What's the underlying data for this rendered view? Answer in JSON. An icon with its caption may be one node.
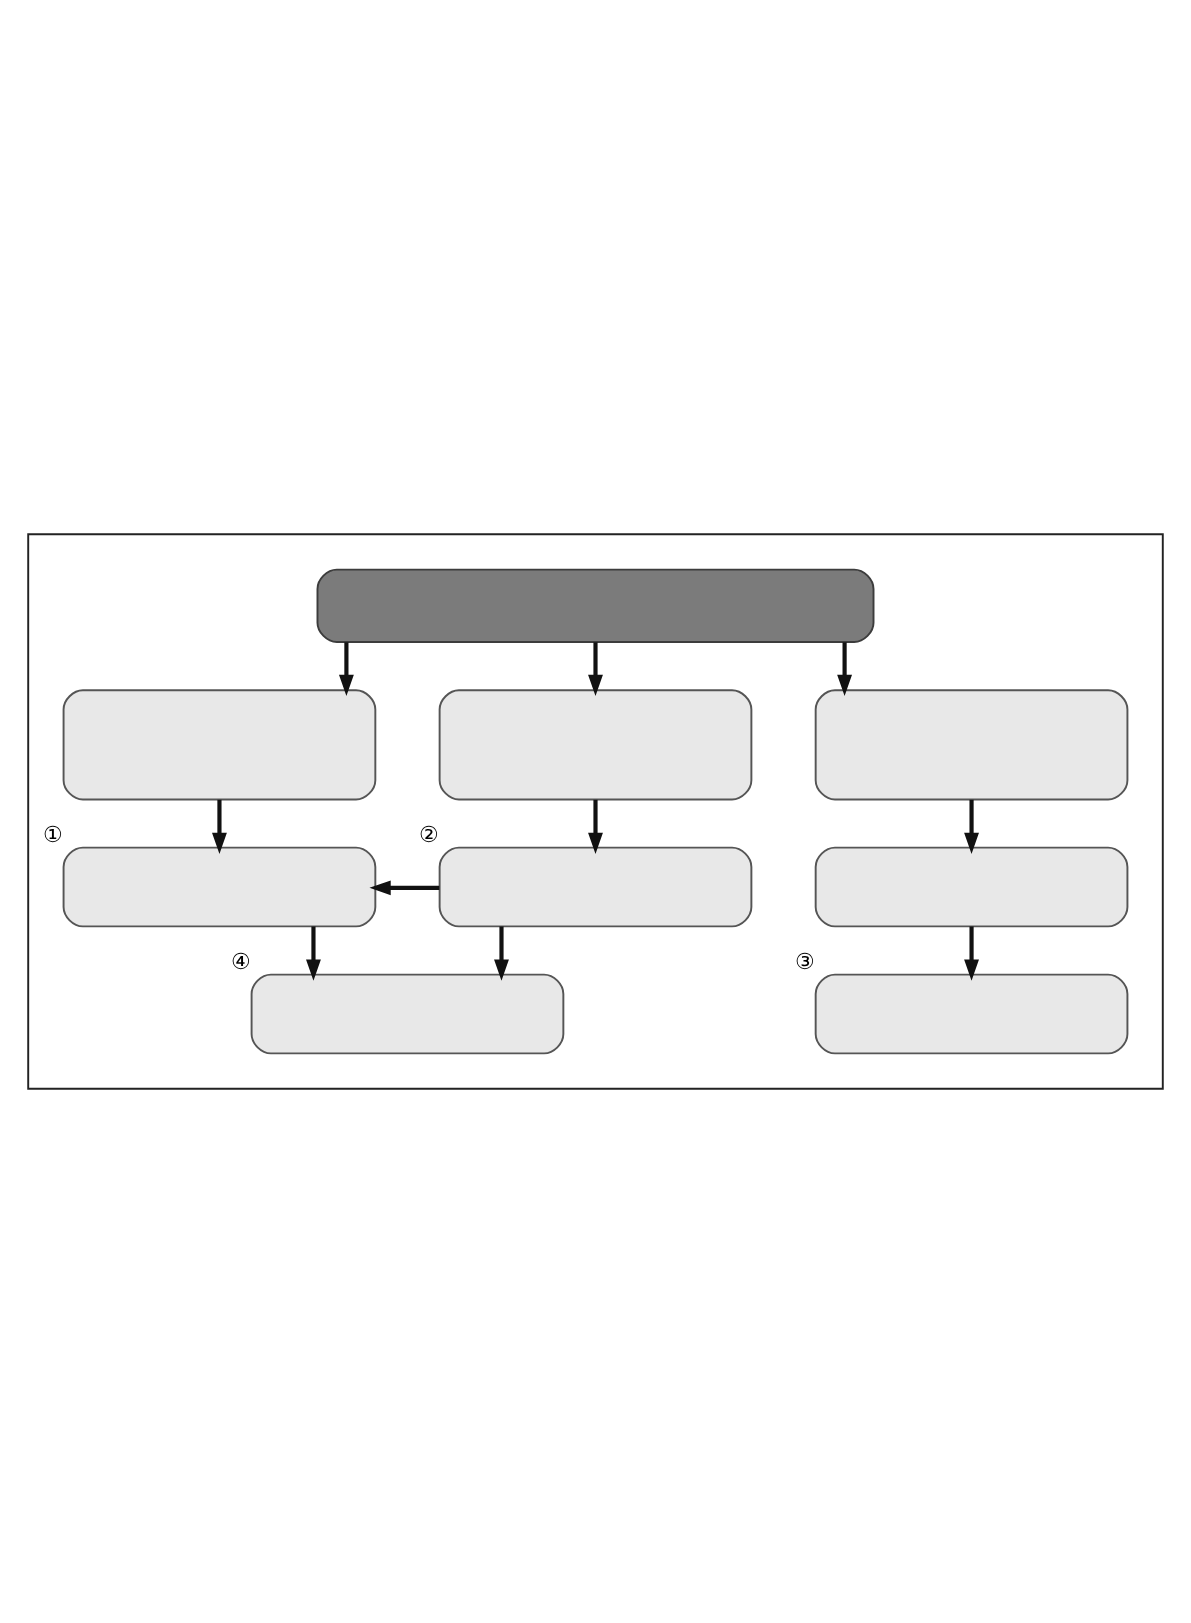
{
  "diagram": {
    "nodes": [
      {
        "text": [],
        "shape": "box"
      },
      {
        "text": [],
        "shape": "box",
        "in": 0
      },
      {
        "text": [],
        "shape": "box",
        "in": 0
      },
      {
        "text": [],
        "shape": "box",
        "in": 0
      },
      {
        "text": [],
        "shape": "box",
        "in": 0
      },
      {
        "text": [],
        "shape": "box",
        "in": 0,
        "beside": [
          "①"
        ]
      },
      {
        "text": [],
        "shape": "box",
        "in": 0,
        "beside": [
          "②"
        ]
      },
      {
        "text": [],
        "shape": "box",
        "in": 0
      },
      {
        "text": [],
        "shape": "box",
        "in": 0,
        "beside": [
          "④"
        ]
      },
      {
        "text": [],
        "shape": "box",
        "in": 0,
        "beside": [
          "③"
        ]
      }
    ],
    "edges": [
      {
        "from": 1,
        "to": 2,
        "arrow": "to"
      },
      {
        "from": 1,
        "to": 3,
        "arrow": "to"
      },
      {
        "from": 1,
        "to": 4,
        "arrow": "to"
      },
      {
        "from": 2,
        "to": 5,
        "arrow": "to"
      },
      {
        "from": 3,
        "to": 6,
        "arrow": "to"
      },
      {
        "from": 4,
        "to": 7,
        "arrow": "to"
      },
      {
        "from": 6,
        "to": 5,
        "arrow": "to"
      },
      {
        "from": 5,
        "to": 8,
        "arrow": "to"
      },
      {
        "from": 6,
        "to": 8,
        "arrow": "to"
      },
      {
        "from": 7,
        "to": 9,
        "arrow": "to"
      }
    ]
  }
}
